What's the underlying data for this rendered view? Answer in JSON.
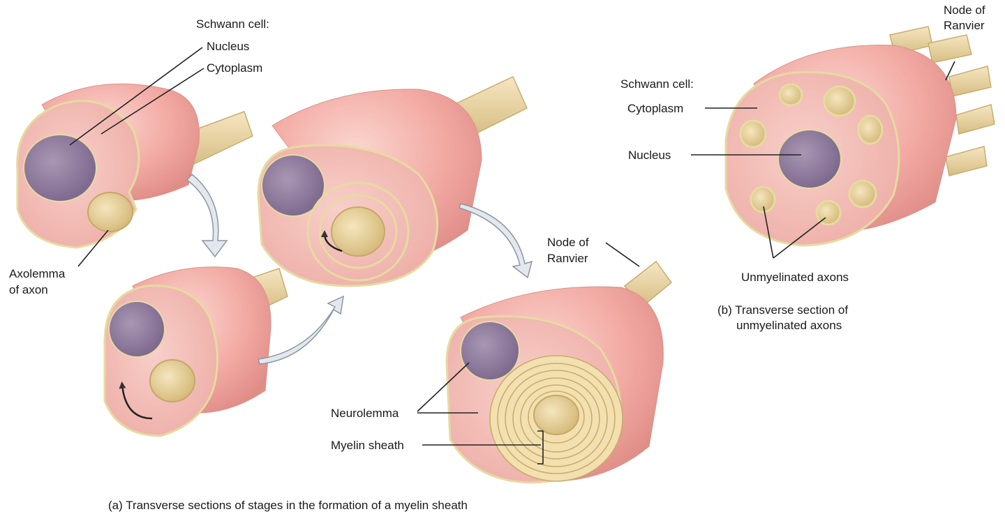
{
  "panel_a": {
    "schwann_cell": "Schwann cell:",
    "nucleus": "Nucleus",
    "cytoplasm": "Cytoplasm",
    "axolemma_1": "Axolemma",
    "axolemma_2": "of axon",
    "node_1": "Node of",
    "node_2": "Ranvier",
    "neurolemma": "Neurolemma",
    "myelin": "Myelin sheath",
    "caption": "(a)  Transverse sections of stages in the formation of a myelin sheath"
  },
  "panel_b": {
    "node_1": "Node of",
    "node_2": "Ranvier",
    "schwann_cell": "Schwann cell:",
    "cytoplasm": "Cytoplasm",
    "nucleus": "Nucleus",
    "unmyelinated": "Unmyelinated axons",
    "caption_1": "(b)  Transverse section of",
    "caption_2": "unmyelinated axons"
  },
  "colors": {
    "cell_pink": "#f4b3ac",
    "cell_face": "#f3c1bb",
    "nucleus": "#9c89a7",
    "axon": "#ead6a6",
    "myelin_line": "#c9ad6a",
    "arrow": "#dfe4ea"
  }
}
